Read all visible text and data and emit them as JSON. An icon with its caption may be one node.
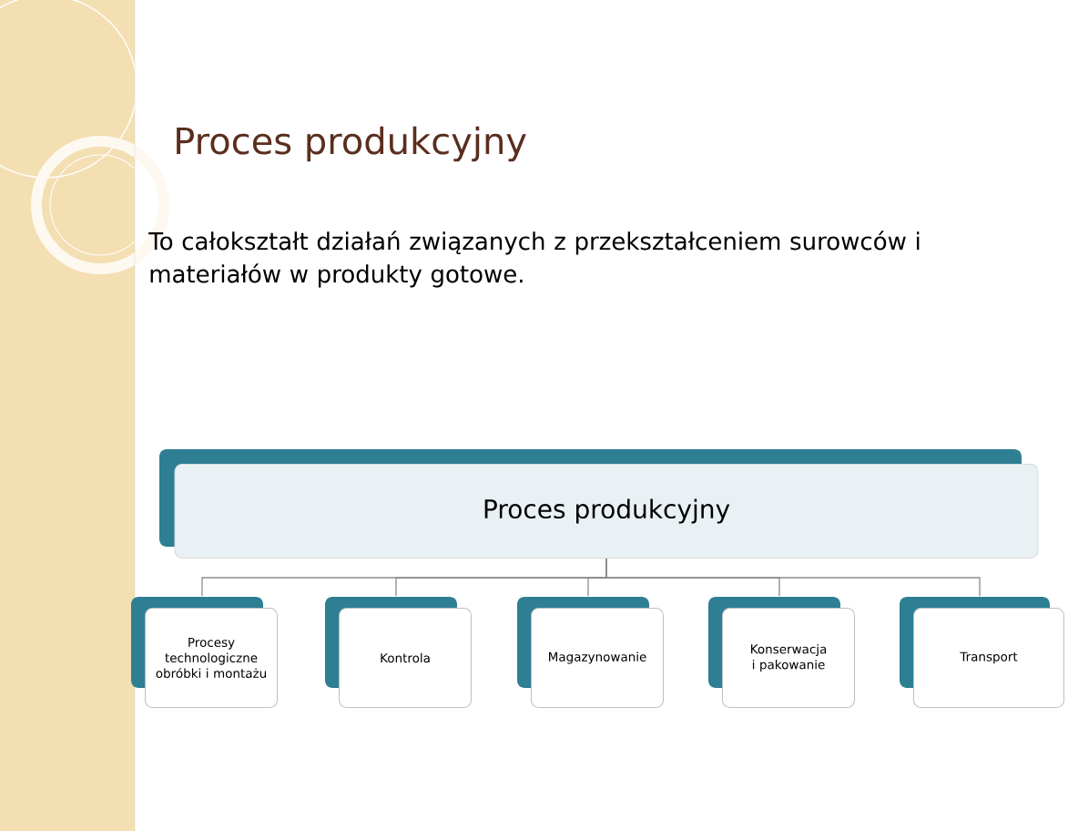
{
  "diagram": {
    "title": "Proces produkcyjny",
    "nodes": [
      {
        "text": [
          "Proces produkcyjny"
        ]
      },
      {
        "text": [
          "Procesy technologiczne obróbki i montażu"
        ]
      },
      {
        "text": [
          "Kontrola"
        ]
      },
      {
        "text": [
          "Magazynowanie"
        ]
      },
      {
        "text": [
          "Konserwacja i pakowanie"
        ]
      },
      {
        "text": [
          "Transport"
        ]
      }
    ],
    "edges": [
      {
        "from": 0,
        "to": 1,
        "arrow": "none"
      },
      {
        "from": 0,
        "to": 2,
        "arrow": "none"
      },
      {
        "from": 0,
        "to": 3,
        "arrow": "none"
      },
      {
        "from": 0,
        "to": 4,
        "arrow": "none"
      },
      {
        "from": 0,
        "to": 5,
        "arrow": "none"
      }
    ],
    "labels": [
      "To całokształt działań związanych z przekształceniem surowców i materiałów w produkty gotowe."
    ]
  }
}
